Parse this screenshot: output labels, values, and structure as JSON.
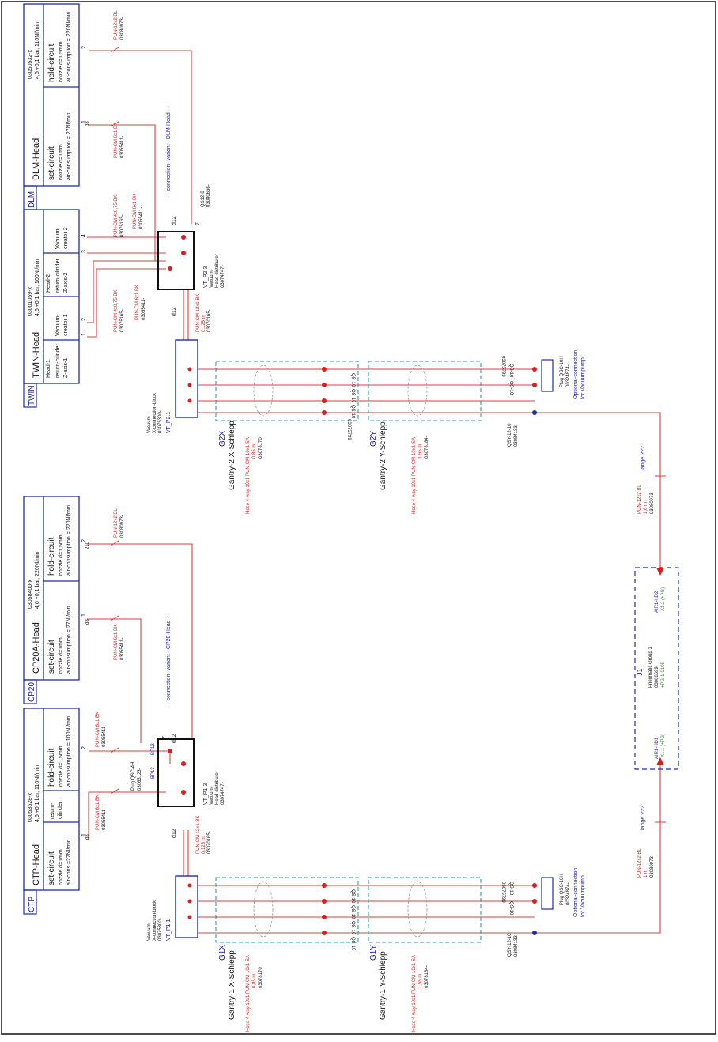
{
  "colors": {
    "hose": "#e23b3b",
    "box": "#1c2fa8",
    "chain": "#2aa0a8",
    "text": "#111111",
    "label_red": "#d62020",
    "label_green": "#2a8a2a"
  },
  "tags": {
    "ctp": "CTP",
    "cp20": "CP20",
    "twin": "TWIN",
    "dlm": "DLM"
  },
  "ctp_head": {
    "title": "CTP-Head",
    "part": "03053528-x",
    "spec": "4,6 +0,1 bar, 110Nl/min",
    "set_title": "set-circuit",
    "set_l1": "nozzle d=1mm",
    "set_l2": "air-cons.=27Nl/min",
    "ret_l1": "return-",
    "ret_l2": "cilinder",
    "hold_title": "hold-circuit",
    "hold_l1": "nozzle d=1,5mm",
    "hold_l2": "air-consumption = 100Nl/min"
  },
  "cp20_head": {
    "title": "CP20A-Head",
    "part": "03058400-x",
    "spec": "4,6 +0,1 bar, 220Nl/min",
    "set_title": "set-circuit",
    "set_l1": "nozzle d=1mm",
    "set_l2": "air-consumption = 27Nl/min",
    "hold_title": "hold-circuit",
    "hold_l1": "nozzle d=1,5mm",
    "hold_l2": "air-consumption = 220Nl/min"
  },
  "twin_head": {
    "title": "TWIN-Head",
    "part": "03001059-x",
    "spec": "4,6 +0,1 bar, 100Nl/min",
    "head1": "Head-1",
    "head2": "Head-2",
    "c1_l1": "return-cilinder",
    "c1_l2": "Z-axis-1",
    "c2_l1": "Vacuum-",
    "c2_l2": "creator 1",
    "c3_l1": "return-cilinder",
    "c3_l2": "Z-axis-2",
    "c4_l1": "Vacuum-",
    "c4_l2": "creator 2"
  },
  "dlm_head": {
    "title": "DLM-Head",
    "part": "03050532-x",
    "spec": "4,6 +0,1 bar, 110Nl/min",
    "set_title": "set-circuit",
    "set_l1": "nozzle d=1mm",
    "set_l2": "air-consumption = 27Nl/min",
    "hold_title": "hold-circuit",
    "hold_l1": "nozzle d=1,5mm",
    "hold_l2": "air-consumption = 220Nl/min"
  },
  "labels": {
    "conn_variant_ctp": "- - connection- variant - CP20-Head - -",
    "conn_variant_dlm": "- - connection- variant - DLM-Head - -",
    "vp1_title": "Vacuum-",
    "vp1_sub": "Head-distributor",
    "vp1_part": "03074747-",
    "vp1_tag": "VT_P1.3",
    "vp2_title": "Vacuum-",
    "vp2_sub": "Head-distributor",
    "vp2_part": "03074747-",
    "vp2_tag": "VT_P2.3",
    "xb1_title": "Vacuum-",
    "xb1_sub": "X-connection-block",
    "xb1_part": "03075300-",
    "xb1_tag": "VT_P1.1",
    "xb2_title": "Vacuum-",
    "xb2_sub": "X-connection-block",
    "xb2_part": "03075300-",
    "xb2_tag": "VT_P2.1",
    "g1x_tag": "G1X",
    "g1x_name": "Gantry-1 X-Schlepp",
    "g1y_tag": "G1Y",
    "g1y_name": "Gantry-1 Y-Schlepp",
    "g2x_tag": "G2X",
    "g2x_name": "Gantry-2 X-Schlepp",
    "g2y_tag": "G2Y",
    "g2y_name": "Gantry-2 Y-Schlepp",
    "hose4_a": "Hose 4-way 10x1 PUN-CM-10x1-SA",
    "hose4_len_x": "0,85 m",
    "hose4_part_x": "03078170",
    "hose4_len_y": "1,55 m",
    "hose4_part_y": "03078184-",
    "qs10": "QS-10",
    "qs10_part": "03075799",
    "pun6": "PUN-CM 6x1 BK",
    "pun6_part": "03055411-",
    "pun4": "PUN-CM 4x0,75 BK",
    "pun4_part": "03075165-",
    "pun12": "PUN-CM 12x1 BK",
    "pun12_len": "0,125 m",
    "pun12_part": "03070165-",
    "pun12bl": "PUN-12x2 BL",
    "pun12bl_len": "1,6 m",
    "pun12bl_len2": "1 m",
    "pun12bl_part": "03080973-",
    "plug_qsc": "Plug QSC-4H",
    "plug_qsc_part": "03063123-",
    "plug_10h": "Plug QSC-10H",
    "plug_10h_part": "00324874-",
    "qs12": "QSY-12-10",
    "qs12_part": "03084133-",
    "qs12b": "QS12-8",
    "qs12b_part": "03080666-",
    "optional": "Optional-connection",
    "optional2": "for Vacuumpump",
    "length": "lange ???",
    "j1_tag": "J1",
    "j1_name": "Pneumatic Group 1",
    "j1_part": "03006699",
    "j1_ref": "+PG-1-0105",
    "air_hd1": "AIR1-HD1",
    "air_hd1_ref": "-X1.1 (+PG)",
    "air_hd2": "AIR1-HD2",
    "air_hd2_ref": "-X1.2 (+PG)",
    "pin_1": "1",
    "pin_2": "2",
    "pin_3": "3",
    "pin_4": "4",
    "pin_7": "7",
    "d12": "d12",
    "d8": "d8",
    "p210": "210",
    "ptag_b1": "BP13",
    "ptag_b2": "BP13"
  }
}
